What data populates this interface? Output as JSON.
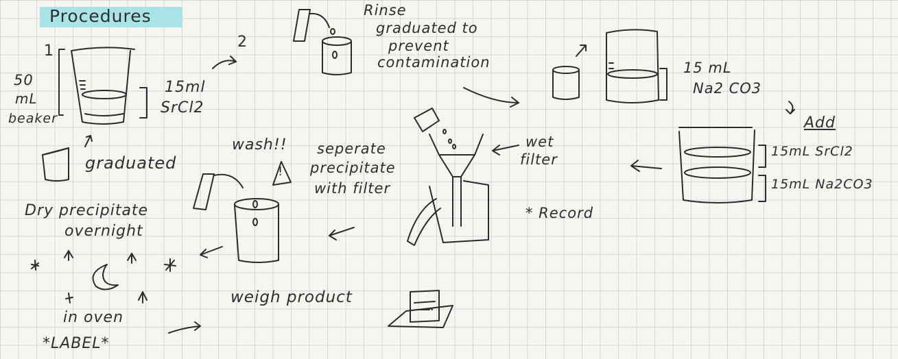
{
  "title": "Procedures",
  "step_numbers": {
    "one": "1",
    "two": "2"
  },
  "beaker_labels": {
    "size": "50",
    "unit": "mL",
    "name": "beaker"
  },
  "srcl2_volume": "15ml",
  "srcl2_formula": "SrCl2",
  "graduated_label": "graduated",
  "rinse_note": [
    "Rinse",
    "graduated to",
    "prevent",
    "contamination"
  ],
  "na2co3_volume": "15 mL",
  "na2co3_formula": "Na2 CO3",
  "add_label": "Add",
  "mixture_label_top": "15mL SrCl2",
  "mixture_label_bottom": "15mL Na2CO3",
  "wet_filter_label": [
    "wet",
    "filter"
  ],
  "separate_note": [
    "seperate",
    "precipitate",
    "with filter"
  ],
  "record_note": "* Record",
  "wash_note": "wash!!",
  "warning_mark": "!",
  "dry_note": [
    "Dry precipitate",
    "overnight"
  ],
  "oven_note": "in oven",
  "weigh_note": "weigh product",
  "label_note": "*LABEL*",
  "colors": {
    "ink": "#2b2b2b",
    "highlighter": "#a8e3e6",
    "paper": "#f7f5f0",
    "grid": "#8aa6c4"
  }
}
